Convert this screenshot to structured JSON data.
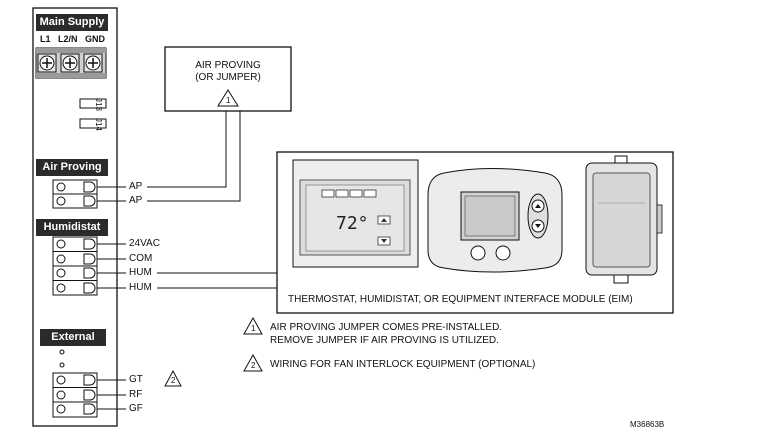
{
  "board": {
    "main_supply": {
      "title": "Main Supply",
      "terminals": [
        "L1",
        "L2/N",
        "GND"
      ]
    },
    "jumpers": [
      "J13",
      "J14"
    ],
    "air_proving": {
      "title": "Air Proving",
      "terminals": [
        "AP",
        "AP"
      ]
    },
    "humidistat": {
      "title": "Humidistat",
      "terminals": [
        "24VAC",
        "COM",
        "HUM",
        "HUM"
      ]
    },
    "external": {
      "title": "External",
      "terminals": [
        "GT",
        "RF",
        "GF"
      ],
      "note_marker": "2"
    }
  },
  "air_proving_box": {
    "line1": "AIR PROVING",
    "line2": "(OR JUMPER)",
    "note_marker": "1"
  },
  "device_panel": {
    "thermostat_display": "72°",
    "caption": "THERMOSTAT, HUMIDISTAT, OR EQUIPMENT INTERFACE MODULE (EIM)"
  },
  "notes": [
    {
      "marker": "1",
      "line1": "AIR PROVING JUMPER COMES PRE-INSTALLED.",
      "line2": "REMOVE JUMPER IF AIR PROVING IS UTILIZED."
    },
    {
      "marker": "2",
      "line1": "WIRING FOR FAN INTERLOCK EQUIPMENT (OPTIONAL)",
      "line2": ""
    }
  ],
  "figure_id": "M36863B"
}
